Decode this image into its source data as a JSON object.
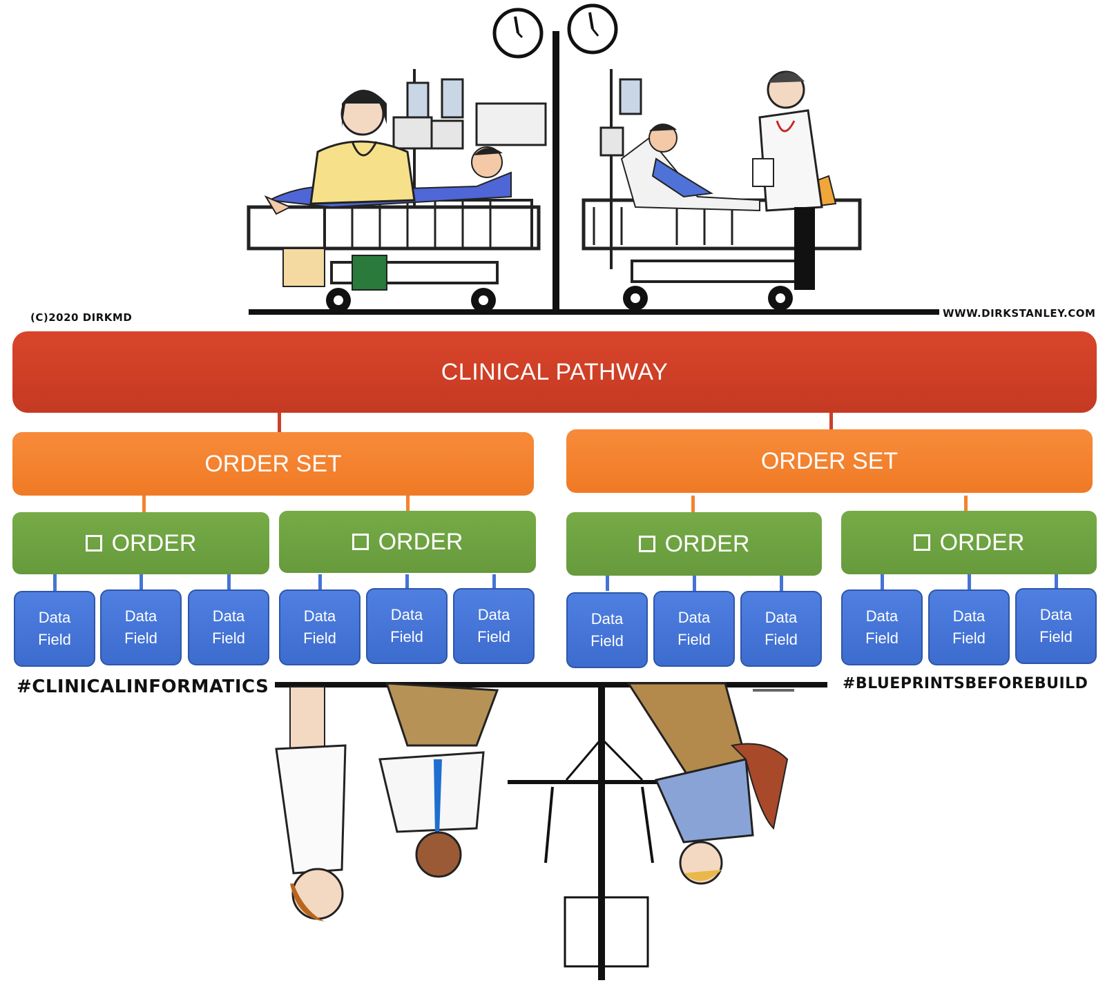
{
  "credits": {
    "copyright": "(C)2020 DIRKMD",
    "website": "WWW.DIRKSTANLEY.COM"
  },
  "hashtags": {
    "left": "#CLINICALINFORMATICS",
    "right": "#BLUEPRINTSBEFOREBUILD"
  },
  "pathway": {
    "label": "CLINICAL PATHWAY"
  },
  "order_sets": [
    {
      "label": "ORDER SET",
      "orders": [
        {
          "label": "ORDER",
          "fields": [
            {
              "line1": "Data",
              "line2": "Field"
            },
            {
              "line1": "Data",
              "line2": "Field"
            },
            {
              "line1": "Data",
              "line2": "Field"
            }
          ]
        },
        {
          "label": "ORDER",
          "fields": [
            {
              "line1": "Data",
              "line2": "Field"
            },
            {
              "line1": "Data",
              "line2": "Field"
            },
            {
              "line1": "Data",
              "line2": "Field"
            }
          ]
        }
      ]
    },
    {
      "label": "ORDER SET",
      "orders": [
        {
          "label": "ORDER",
          "fields": [
            {
              "line1": "Data",
              "line2": "Field"
            },
            {
              "line1": "Data",
              "line2": "Field"
            },
            {
              "line1": "Data",
              "line2": "Field"
            }
          ]
        },
        {
          "label": "ORDER",
          "fields": [
            {
              "line1": "Data",
              "line2": "Field"
            },
            {
              "line1": "Data",
              "line2": "Field"
            },
            {
              "line1": "Data",
              "line2": "Field"
            }
          ]
        }
      ]
    }
  ],
  "colors": {
    "pathway": "#c9402a",
    "order_set": "#f5822f",
    "order": "#6fa342",
    "data_field": "#4673d6"
  },
  "icons": [
    "clock-icon",
    "iv-pole-icon",
    "hospital-bed-icon",
    "patient-icon",
    "nurse-icon",
    "doctor-icon",
    "checkbox-icon"
  ]
}
